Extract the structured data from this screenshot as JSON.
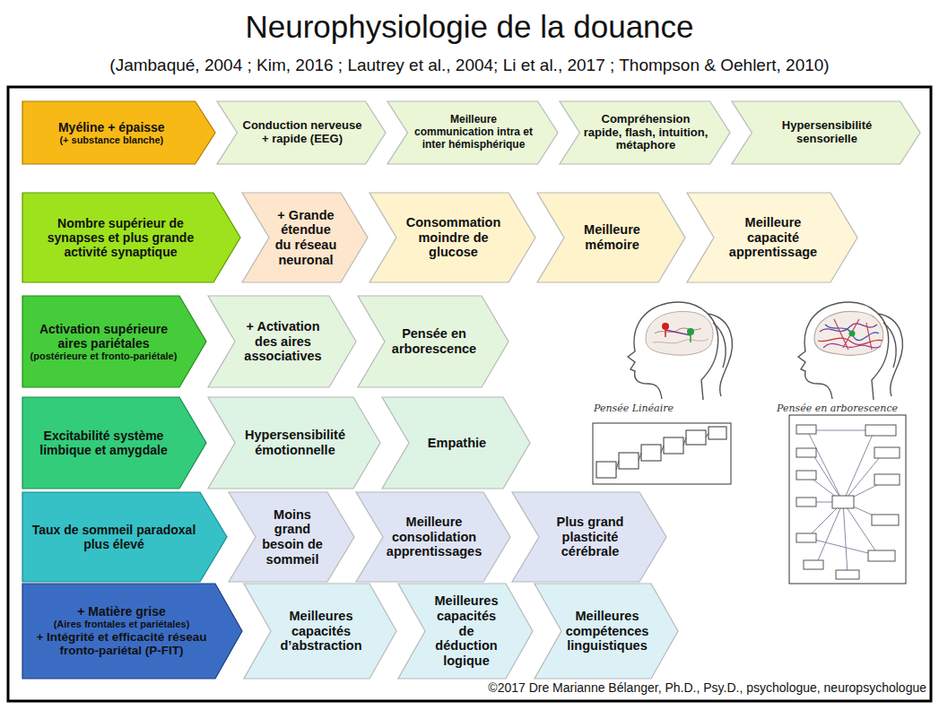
{
  "diagram": {
    "title": "Neurophysiologie de la douance",
    "caption": "©2017 Dre Marianne Bélanger, Ph.D., Psy.D., psychologue, neuropsychologue",
    "nodes": [
      {
        "text": [
          "Myéline + épaisse",
          "(+ substance blanche)"
        ]
      },
      {
        "text": [
          "Conduction nerveuse + rapide (EEG)"
        ]
      },
      {
        "text": [
          "Meilleure communication intra et inter hémisphérique"
        ]
      },
      {
        "text": [
          "Compréhension rapide, flash, intuition, métaphore"
        ]
      },
      {
        "text": [
          "Hypersensibilité sensorielle"
        ]
      },
      {
        "text": [
          "Nombre supérieur de synapses et plus grande activité synaptique"
        ]
      },
      {
        "text": [
          "+ Grande étendue du réseau neuronal"
        ]
      },
      {
        "text": [
          "Consommation moindre de glucose"
        ]
      },
      {
        "text": [
          "Meilleure mémoire"
        ]
      },
      {
        "text": [
          "Meilleure capacité apprentissage"
        ]
      },
      {
        "text": [
          "Activation supérieure aires pariétales",
          "(postérieure et fronto-pariétale)"
        ]
      },
      {
        "text": [
          "+ Activation des aires associatives"
        ]
      },
      {
        "text": [
          "Pensée en arborescence"
        ]
      },
      {
        "text": [
          "Excitabilité système limbique et amygdale"
        ]
      },
      {
        "text": [
          "Hypersensibilité émotionnelle"
        ]
      },
      {
        "text": [
          "Empathie"
        ]
      },
      {
        "text": [
          "Taux de sommeil paradoxal plus élevé"
        ]
      },
      {
        "text": [
          "Moins grand besoin de sommeil"
        ]
      },
      {
        "text": [
          "Meilleure consolidation apprentissages"
        ]
      },
      {
        "text": [
          "Plus grand plasticité cérébrale"
        ]
      },
      {
        "text": [
          "+ Matière grise",
          "(Aires frontales et pariétales)",
          "+ Intégrité et efficacité réseau fronto-pariétal (P-FIT)"
        ]
      },
      {
        "text": [
          "Meilleures capacités d’abstraction"
        ]
      },
      {
        "text": [
          "Meilleures capacités de déduction logique"
        ]
      },
      {
        "text": [
          "Meilleures compétences linguistiques"
        ]
      }
    ],
    "labels": [
      "(Jambaqué, 2004 ; Kim, 2016 ; Lautrey et al., 2004; Li et al., 2017 ; Thompson & Oehlert, 2010)",
      "Pensée Linéaire",
      "Pensée en arborescence"
    ]
  }
}
